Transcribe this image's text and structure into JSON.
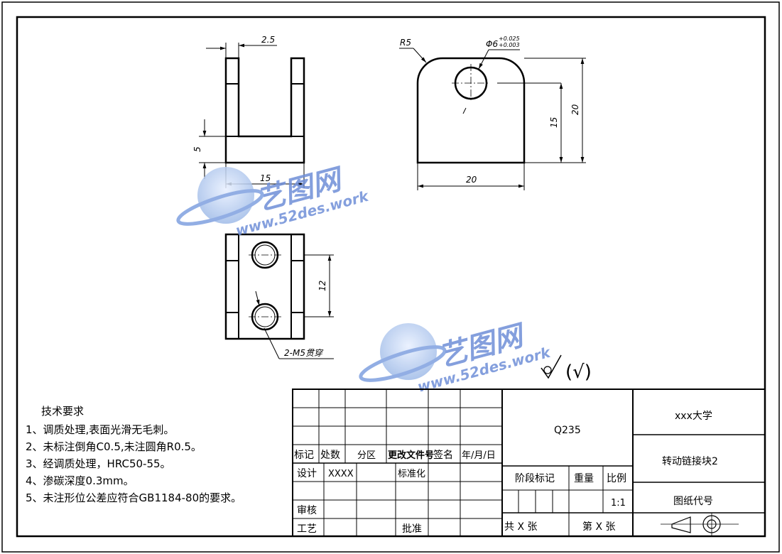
{
  "dimensions": {
    "top_wall": "2.5",
    "side_height": "5",
    "front_width": "15",
    "radius": "R5",
    "hole_dia": "Φ6",
    "hole_tol_upper": "+0.025",
    "hole_tol_lower": "+0.003",
    "hole_height": "15",
    "total_height": "20",
    "total_width": "20",
    "hole_spacing": "12",
    "bolt_label": "2-M5贯穿"
  },
  "surface_symbol": "(√)",
  "watermark": {
    "name": "艺图网",
    "url": "www.52des.work"
  },
  "tech_requirements": {
    "heading": "技术要求",
    "items": [
      "1、调质处理,表面光滑无毛刺。",
      "2、未标注倒角C0.5,未注圆角R0.5。",
      "3、经调质处理，HRC50-55。",
      "4、渗碳深度0.3mm。",
      "5、未注形位公差应符合GB1184-80的要求。"
    ]
  },
  "title_block": {
    "col_biaoji": "标记",
    "col_chushu": "处数",
    "col_fenqu": "分区",
    "col_gengai": "更改文件号",
    "col_qianming": "签名",
    "col_date": "年/月/日",
    "sheji": "设计",
    "designer": "XXXX",
    "biaozhunhua": "标准化",
    "shenhe": "审核",
    "gongyi": "工艺",
    "pizhun": "批准",
    "material": "Q235",
    "stage_mark": "阶段标记",
    "weight": "重量",
    "ratio_label": "比例",
    "ratio_value": "1:1",
    "sheets_total": "共  X  张",
    "sheet_no": "第  X  张",
    "university": "xxx大学",
    "part_name": "转动链接块2",
    "drawing_code": "图纸代号"
  }
}
